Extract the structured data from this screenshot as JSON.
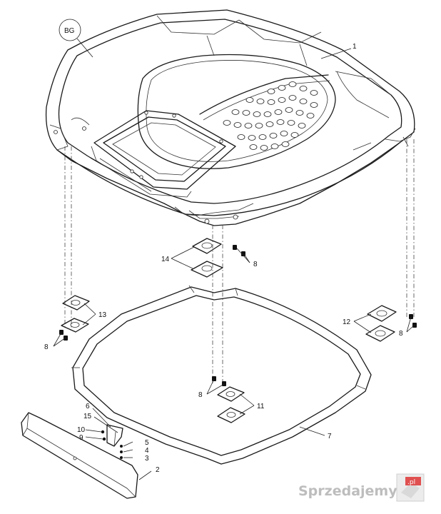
{
  "callouts": {
    "bg": "BG",
    "c1": "1",
    "c2": "2",
    "c3": "3",
    "c4": "4",
    "c5": "5",
    "c6": "6",
    "c7": "7",
    "c8a": "8",
    "c8b": "8",
    "c8c": "8",
    "c8d": "8",
    "c9": "9",
    "c10": "10",
    "c11": "11",
    "c12": "12",
    "c13": "13",
    "c14": "14",
    "c15": "15"
  },
  "watermark": {
    "text": "Sprzedajemy",
    "tld": ".pl"
  }
}
